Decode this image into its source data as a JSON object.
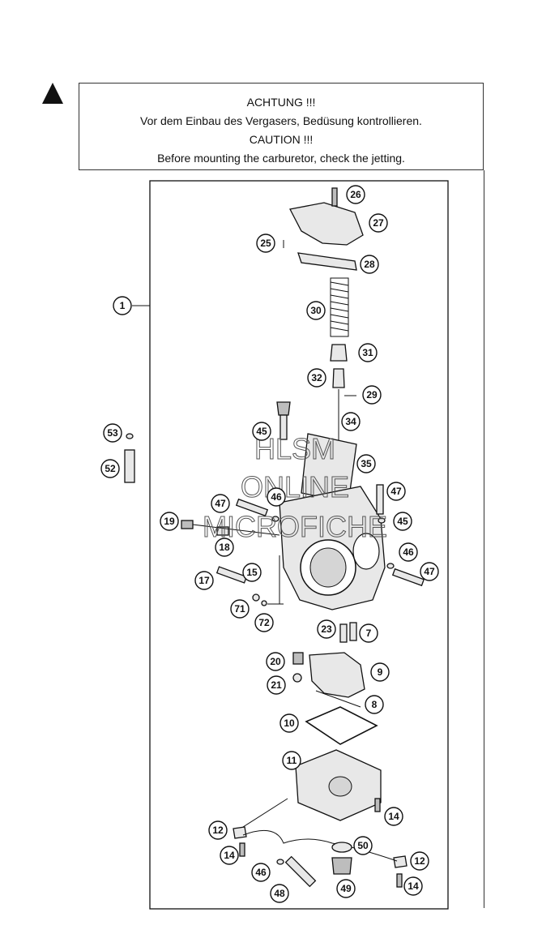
{
  "caution": {
    "line1": "ACHTUNG !!!",
    "line2": "Vor dem Einbau des Vergasers, Bedüsung kontrollieren.",
    "line3": "CAUTION !!!",
    "line4": "Before mounting the carburetor, check the jetting."
  },
  "watermark": {
    "line1": "HLSM",
    "line2": "ONLINE",
    "line3": "MICROFICHE"
  },
  "callouts": {
    "c1": "1",
    "c26": "26",
    "c27": "27",
    "c25": "25",
    "c28": "28",
    "c30": "30",
    "c31": "31",
    "c32": "32",
    "c29": "29",
    "c34": "34",
    "c45a": "45",
    "c53": "53",
    "c52": "52",
    "c35": "35",
    "c47a": "47",
    "c46a": "46",
    "c47b": "47",
    "c45b": "45",
    "c19": "19",
    "c18": "18",
    "c46b": "46",
    "c47c": "47",
    "c17": "17",
    "c15": "15",
    "c71": "71",
    "c72": "72",
    "c23": "23",
    "c7": "7",
    "c20": "20",
    "c9": "9",
    "c21": "21",
    "c8": "8",
    "c10": "10",
    "c11": "11",
    "c14a": "14",
    "c12a": "12",
    "c14b": "14",
    "c50": "50",
    "c12b": "12",
    "c46c": "46",
    "c14c": "14",
    "c48": "48",
    "c49": "49"
  }
}
